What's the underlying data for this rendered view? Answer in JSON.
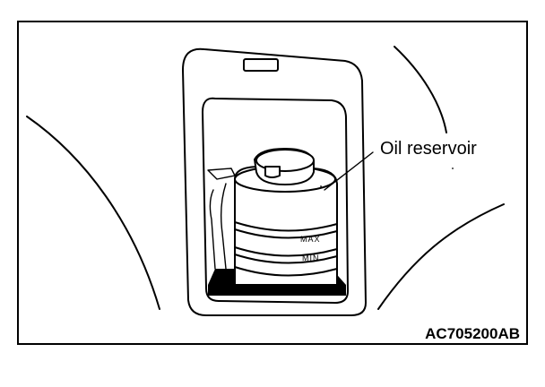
{
  "callout": {
    "label": "Oil reservoir"
  },
  "reservoir": {
    "max_mark": "MAX",
    "min_mark": "MIN"
  },
  "figure_code": "AC705200AB"
}
